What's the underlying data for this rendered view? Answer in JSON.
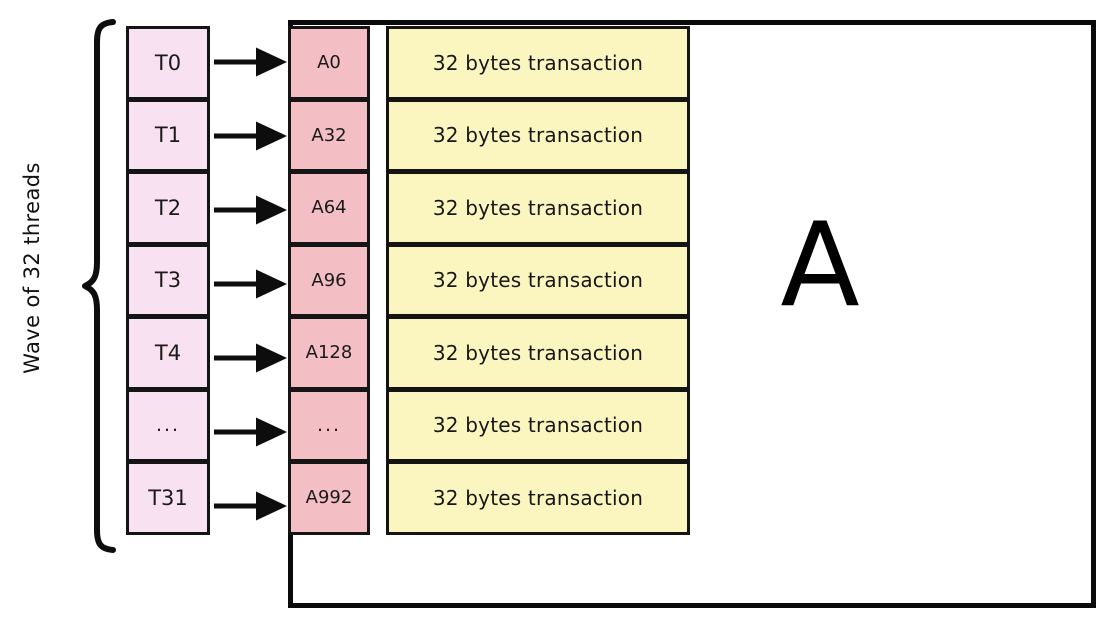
{
  "diagram": {
    "title_label": "Wave of 32 threads",
    "memory_region_label": "A",
    "colors": {
      "thread_box": "#f8e2f1",
      "address_box": "#f3bfc5",
      "transaction_box": "#fbf6bf",
      "stroke": "#141414",
      "background": "#ffffff"
    },
    "rows": [
      {
        "thread": "T0",
        "address": "A0",
        "transaction": "32 bytes transaction"
      },
      {
        "thread": "T1",
        "address": "A32",
        "transaction": "32 bytes transaction"
      },
      {
        "thread": "T2",
        "address": "A64",
        "transaction": "32 bytes transaction"
      },
      {
        "thread": "T3",
        "address": "A96",
        "transaction": "32 bytes transaction"
      },
      {
        "thread": "T4",
        "address": "A128",
        "transaction": "32 bytes transaction"
      },
      {
        "thread": "...",
        "address": "...",
        "transaction": "32 bytes transaction"
      },
      {
        "thread": "T31",
        "address": "A992",
        "transaction": "32 bytes transaction"
      }
    ]
  }
}
